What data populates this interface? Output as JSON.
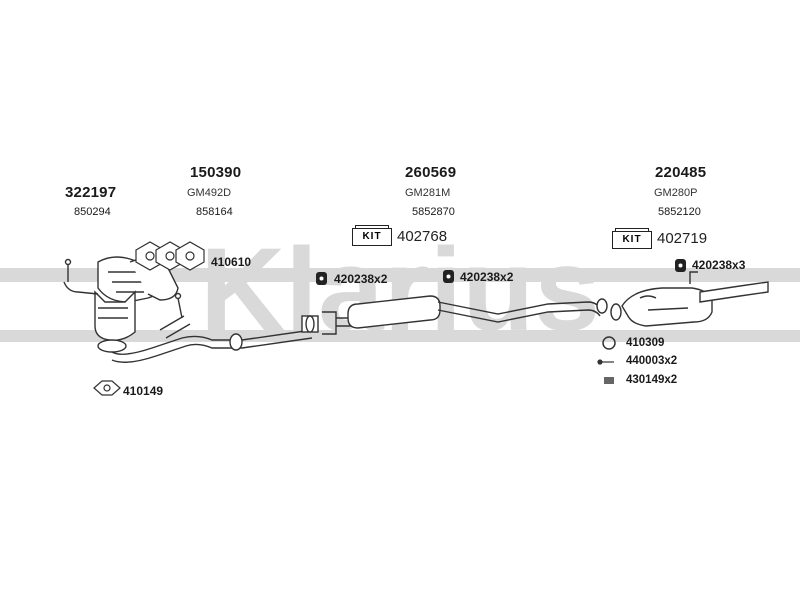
{
  "watermark": {
    "text": "Klarius",
    "color": "#d9d9d9"
  },
  "colors": {
    "line": "#333333",
    "ink": "#1a1a1a",
    "rubber": "#222222"
  },
  "assemblies": [
    {
      "id": "cat",
      "part_no": "322197",
      "ref": "850294"
    },
    {
      "id": "manifold",
      "part_no": "150390",
      "code": "GM492D",
      "ref": "858164"
    },
    {
      "id": "middle",
      "part_no": "260569",
      "code": "GM281M",
      "ref": "5852870",
      "kit_label": "KIT",
      "kit_no": "402768"
    },
    {
      "id": "rear",
      "part_no": "220485",
      "code": "GM280P",
      "ref": "5852120",
      "kit_label": "KIT",
      "kit_no": "402719"
    }
  ],
  "fittings": [
    {
      "id": "gasket-manifold",
      "part_no": "410610"
    },
    {
      "id": "gasket-front",
      "part_no": "410149"
    },
    {
      "id": "mount-1",
      "part_no": "420238x2"
    },
    {
      "id": "mount-2",
      "part_no": "420238x2"
    },
    {
      "id": "mount-3",
      "part_no": "420238x3"
    },
    {
      "id": "ring",
      "part_no": "410309"
    },
    {
      "id": "bolt",
      "part_no": "440003x2"
    },
    {
      "id": "nut",
      "part_no": "430149x2"
    }
  ]
}
